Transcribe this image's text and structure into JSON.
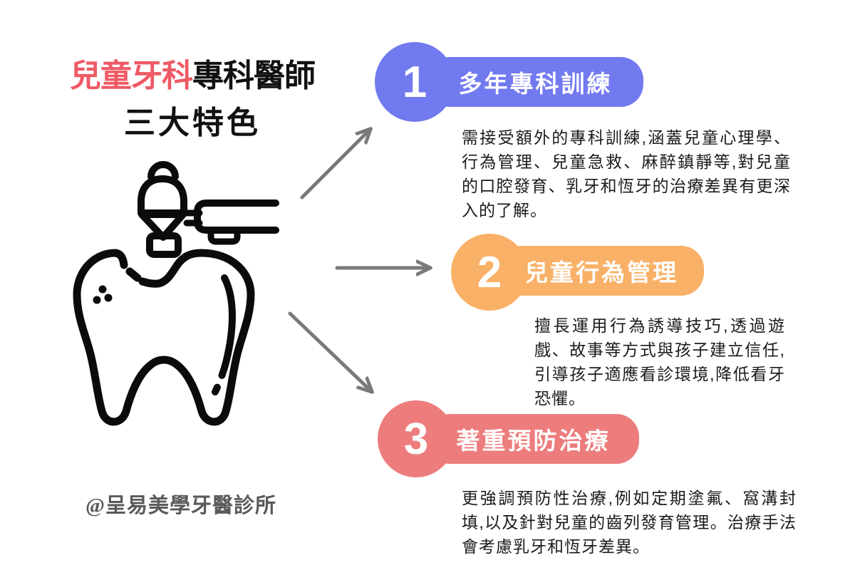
{
  "page": {
    "background": "#ffffff"
  },
  "title": {
    "highlight": "兒童牙科",
    "rest": "專科醫師",
    "line2": "三大特色",
    "highlight_color": "#ee5a65",
    "text_color": "#111111"
  },
  "diagram": {
    "tooth_icon": "tooth-with-dental-drill-icon",
    "arrow_color": "#7a7a7a",
    "ink_color": "#0b0b0b"
  },
  "features": [
    {
      "number": "1",
      "label": "多年專科訓練",
      "color": "#727af0",
      "description": "需接受額外的專科訓練,涵蓋兒童心理學、行為管理、兒童急救、麻醉鎮靜等,對兒童的口腔發育、乳牙和恆牙的治療差異有更深入的了解。"
    },
    {
      "number": "2",
      "label": "兒童行為管理",
      "color": "#f9b168",
      "description": "擅長運用行為誘導技巧,透過遊戲、故事等方式與孩子建立信任,引導孩子適應看診環境,降低看牙恐懼。"
    },
    {
      "number": "3",
      "label": "著重預防治療",
      "color": "#ed7d7d",
      "description": "更強調預防性治療,例如定期塗氟、窩溝封填,以及針對兒童的齒列發育管理。治療手法會考慮乳牙和恆牙差異。"
    }
  ],
  "footer": {
    "credit": "@呈易美學牙醫診所",
    "color": "#5a5a5a"
  }
}
